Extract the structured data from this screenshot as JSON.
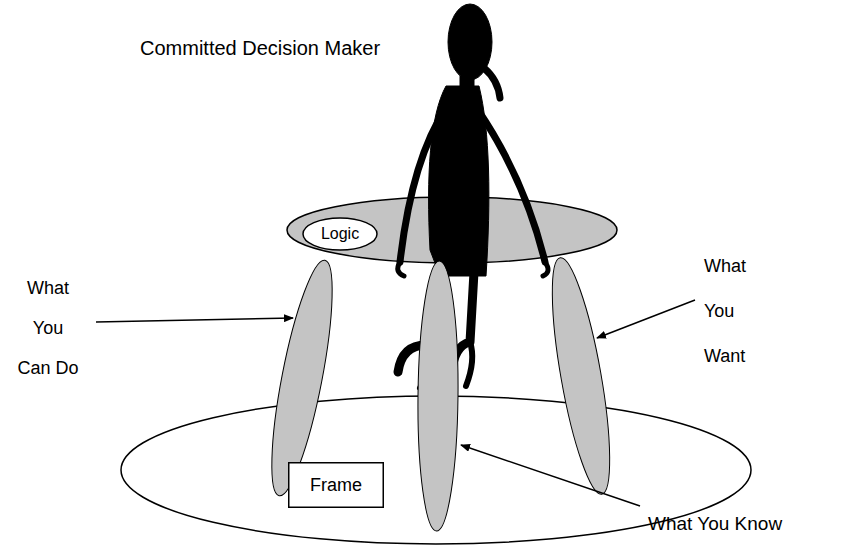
{
  "diagram": {
    "nodes": [
      {
        "text": [
          "Logic"
        ]
      },
      {
        "text": [
          "Frame"
        ]
      }
    ],
    "labels": [
      "Committed Decision Maker",
      "What You Can Do",
      "What You Want",
      "What You Know"
    ]
  }
}
